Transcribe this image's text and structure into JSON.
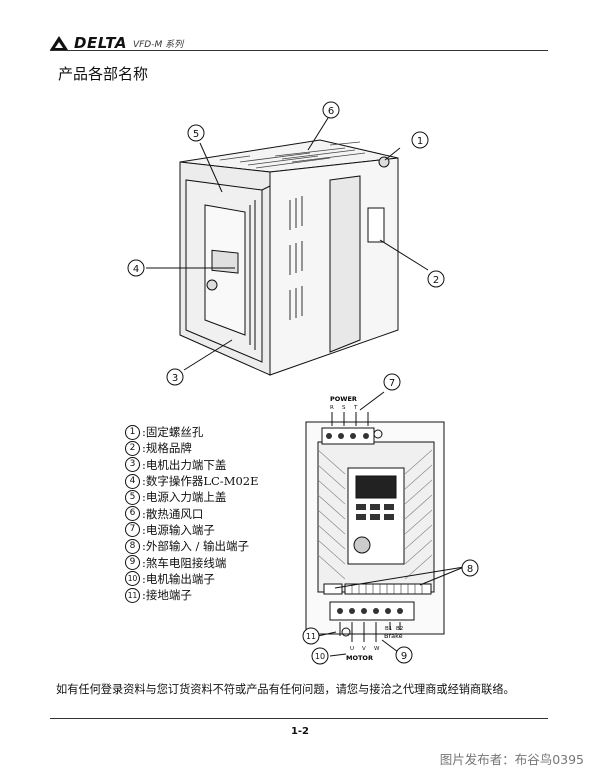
{
  "header": {
    "brand": "DELTA",
    "series": "VFD-M 系列"
  },
  "section_title": "产品各部名称",
  "callouts": [
    "1",
    "2",
    "3",
    "4",
    "5",
    "6",
    "7",
    "8",
    "9",
    "10",
    "11"
  ],
  "terminal_labels": {
    "power": "POWER",
    "power_pins": [
      "R",
      "S",
      "T"
    ],
    "brake": "Brake",
    "brake_pins": [
      "B1",
      "B2"
    ],
    "motor": "MOTOR",
    "motor_pins": [
      "U",
      "V",
      "W"
    ]
  },
  "legend": [
    {
      "num": "1",
      "text": ":固定螺丝孔"
    },
    {
      "num": "2",
      "text": ":规格品牌"
    },
    {
      "num": "3",
      "text": ":电机出力端下盖"
    },
    {
      "num": "4",
      "text": ":数字操作器LC-M02E"
    },
    {
      "num": "5",
      "text": ":电源入力端上盖"
    },
    {
      "num": "6",
      "text": ":散热通风口"
    },
    {
      "num": "7",
      "text": ":电源输入端子"
    },
    {
      "num": "8",
      "text": ":外部输入 / 输出端子"
    },
    {
      "num": "9",
      "text": ":煞车电阻接线端"
    },
    {
      "num": "10",
      "text": ":电机输出端子"
    },
    {
      "num": "11",
      "text": ":接地端子"
    }
  ],
  "note": "如有任何登录资料与您订货资料不符或产品有任何问题，请您与接洽之代理商或经销商联络。",
  "page_number": "1-2",
  "watermark": "图片发布者：布谷鸟0395"
}
